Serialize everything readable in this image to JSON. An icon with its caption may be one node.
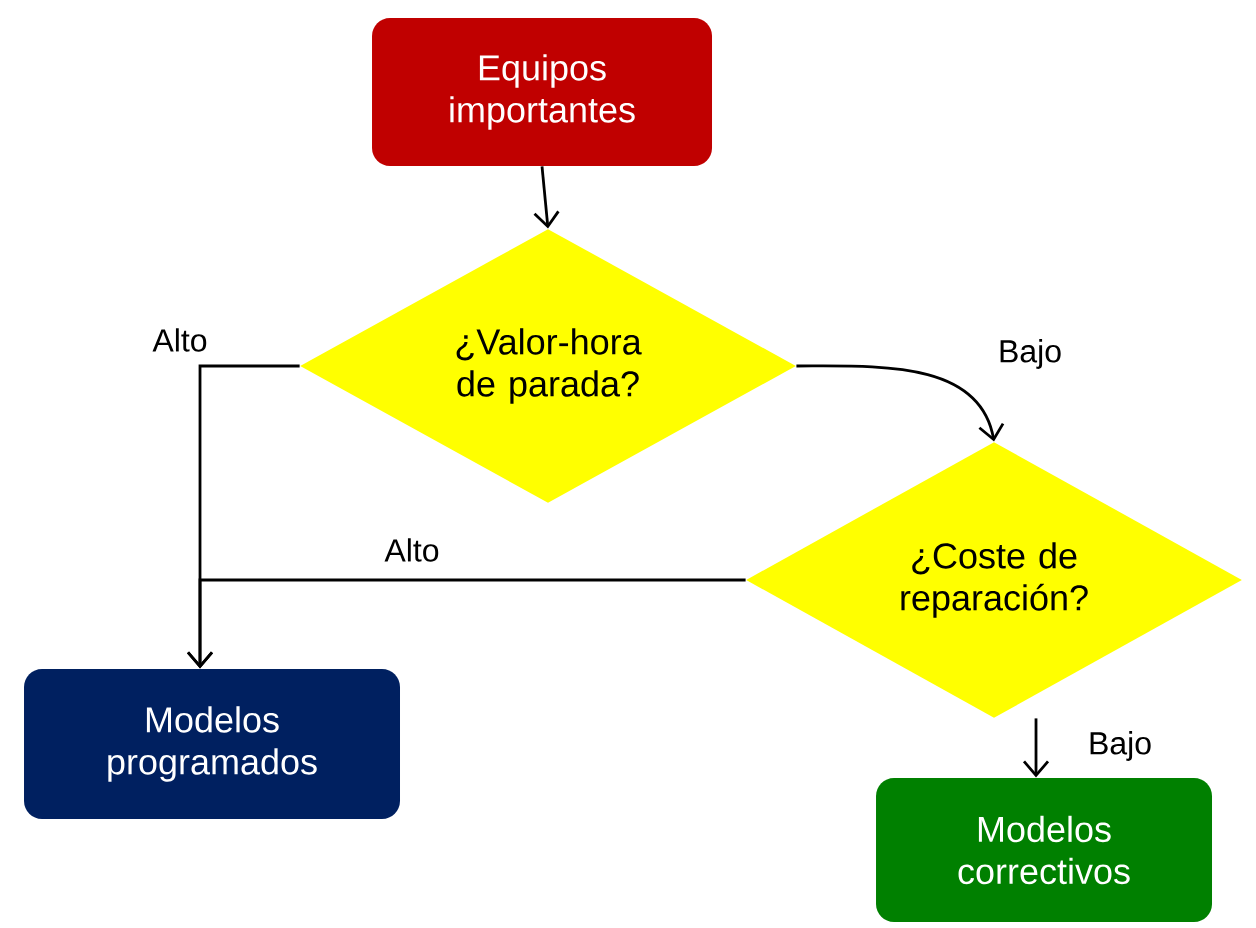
{
  "diagram": {
    "nodes": [
      {
        "text": [
          "Equipos importantes"
        ]
      },
      {
        "text": [
          "¿Valor-hora de parada?"
        ]
      },
      {
        "text": [
          "¿Coste de reparación?"
        ]
      },
      {
        "text": [
          "Modelos programados"
        ]
      },
      {
        "text": [
          "Modelos correctivos"
        ]
      }
    ],
    "edges": [
      {
        "from": 0,
        "to": 1,
        "arrow": "to"
      },
      {
        "from": 1,
        "to": 3,
        "arrow": "to",
        "label": "Alto"
      },
      {
        "from": 1,
        "to": 2,
        "arrow": "to",
        "label": "Bajo"
      },
      {
        "from": 2,
        "to": 3,
        "arrow": "to",
        "label": "Alto"
      },
      {
        "from": 2,
        "to": 4,
        "arrow": "to",
        "label": "Bajo"
      }
    ]
  }
}
